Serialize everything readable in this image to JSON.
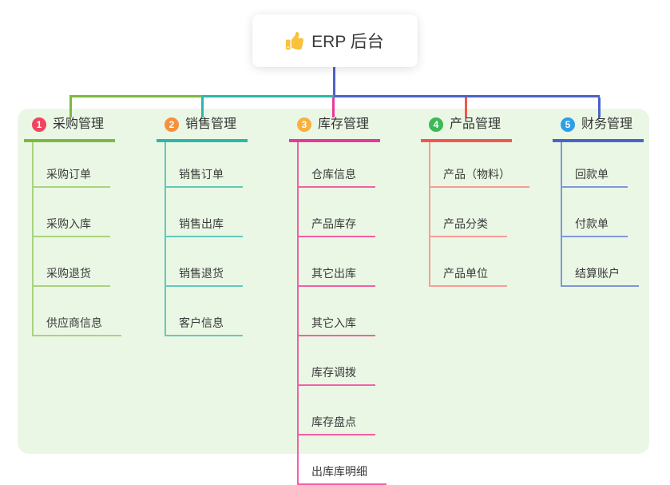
{
  "root": {
    "title": "ERP 后台",
    "icon": "thumbs-up-icon",
    "icon_color": "#F9C23C"
  },
  "connectors": {
    "root": "#4E63C8",
    "segments": [
      "#7CB93E",
      "#2BB8A8",
      "#4A63C8"
    ]
  },
  "panel_color": "#EAF7E5",
  "branches": [
    {
      "num": "1",
      "label": "采购管理",
      "badge_color": "#F1445E",
      "line_color": "#7CB93E",
      "child_line_color": "#A8D47F",
      "children": [
        "采购订单",
        "采购入库",
        "采购退货",
        "供应商信息"
      ]
    },
    {
      "num": "2",
      "label": "销售管理",
      "badge_color": "#F7903C",
      "line_color": "#2BB8A8",
      "child_line_color": "#63C9BB",
      "children": [
        "销售订单",
        "销售出库",
        "销售退货",
        "客户信息"
      ]
    },
    {
      "num": "3",
      "label": "库存管理",
      "badge_color": "#FBB03B",
      "line_color": "#E8399B",
      "child_line_color": "#F45FA5",
      "children": [
        "仓库信息",
        "产品库存",
        "其它出库",
        "其它入库",
        "库存调拨",
        "库存盘点",
        "出库库明细"
      ]
    },
    {
      "num": "4",
      "label": "产品管理",
      "badge_color": "#3DB956",
      "line_color": "#F2564F",
      "child_line_color": "#F79D96",
      "children": [
        "产品（物料）",
        "产品分类",
        "产品单位"
      ]
    },
    {
      "num": "5",
      "label": "财务管理",
      "badge_color": "#2D9FE8",
      "line_color": "#4A63C8",
      "child_line_color": "#8195D9",
      "children": [
        "回款单",
        "付款单",
        "结算账户"
      ]
    }
  ]
}
